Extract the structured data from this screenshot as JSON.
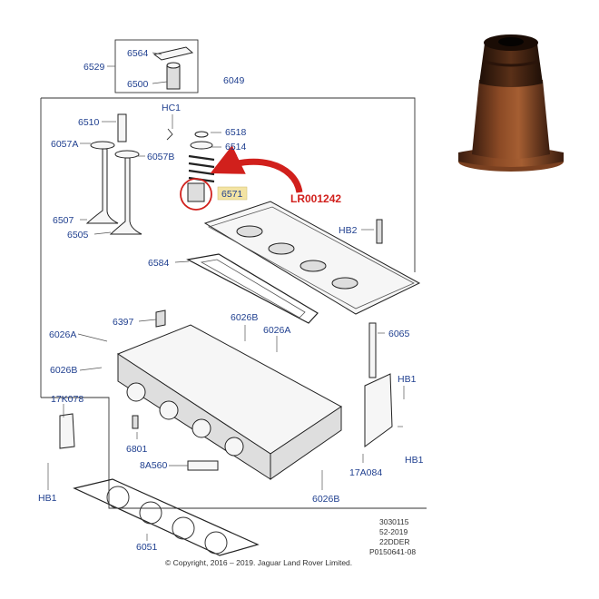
{
  "callouts": {
    "c6564": "6564",
    "c6529": "6529",
    "c6500": "6500",
    "c6049": "6049",
    "c6510": "6510",
    "cHC1": "HC1",
    "c6518": "6518",
    "c6057A": "6057A",
    "c6514": "6514",
    "c6057B": "6057B",
    "c6571": "6571",
    "c6507": "6507",
    "c6505": "6505",
    "cHB2": "HB2",
    "c6584": "6584",
    "c6397": "6397",
    "c6026B_top": "6026B",
    "c6026A_left": "6026A",
    "c6026A_right": "6026A",
    "c6065": "6065",
    "c6026B_left": "6026B",
    "cHB1_right": "HB1",
    "c17K078": "17K078",
    "c6801": "6801",
    "cHB1_lower_right": "HB1",
    "c8A560": "8A560",
    "c17A084": "17A084",
    "cHB1_left": "HB1",
    "c6026B_bottom": "6026B",
    "c6051": "6051"
  },
  "highlight_label": "LR001242",
  "footer": {
    "ref1": "3030115",
    "ref2": "52-2019",
    "ref3": "22DDER",
    "ref4": "P0150641-08",
    "copyright": "© Copyright, 2016 – 2019. Jaguar Land Rover Limited."
  },
  "colors": {
    "callout_text": "#1f3f8f",
    "highlight_red": "#d1201c",
    "callout_box_highlight": "#f3e3a3",
    "seal_brown": "#6b3a1e"
  }
}
